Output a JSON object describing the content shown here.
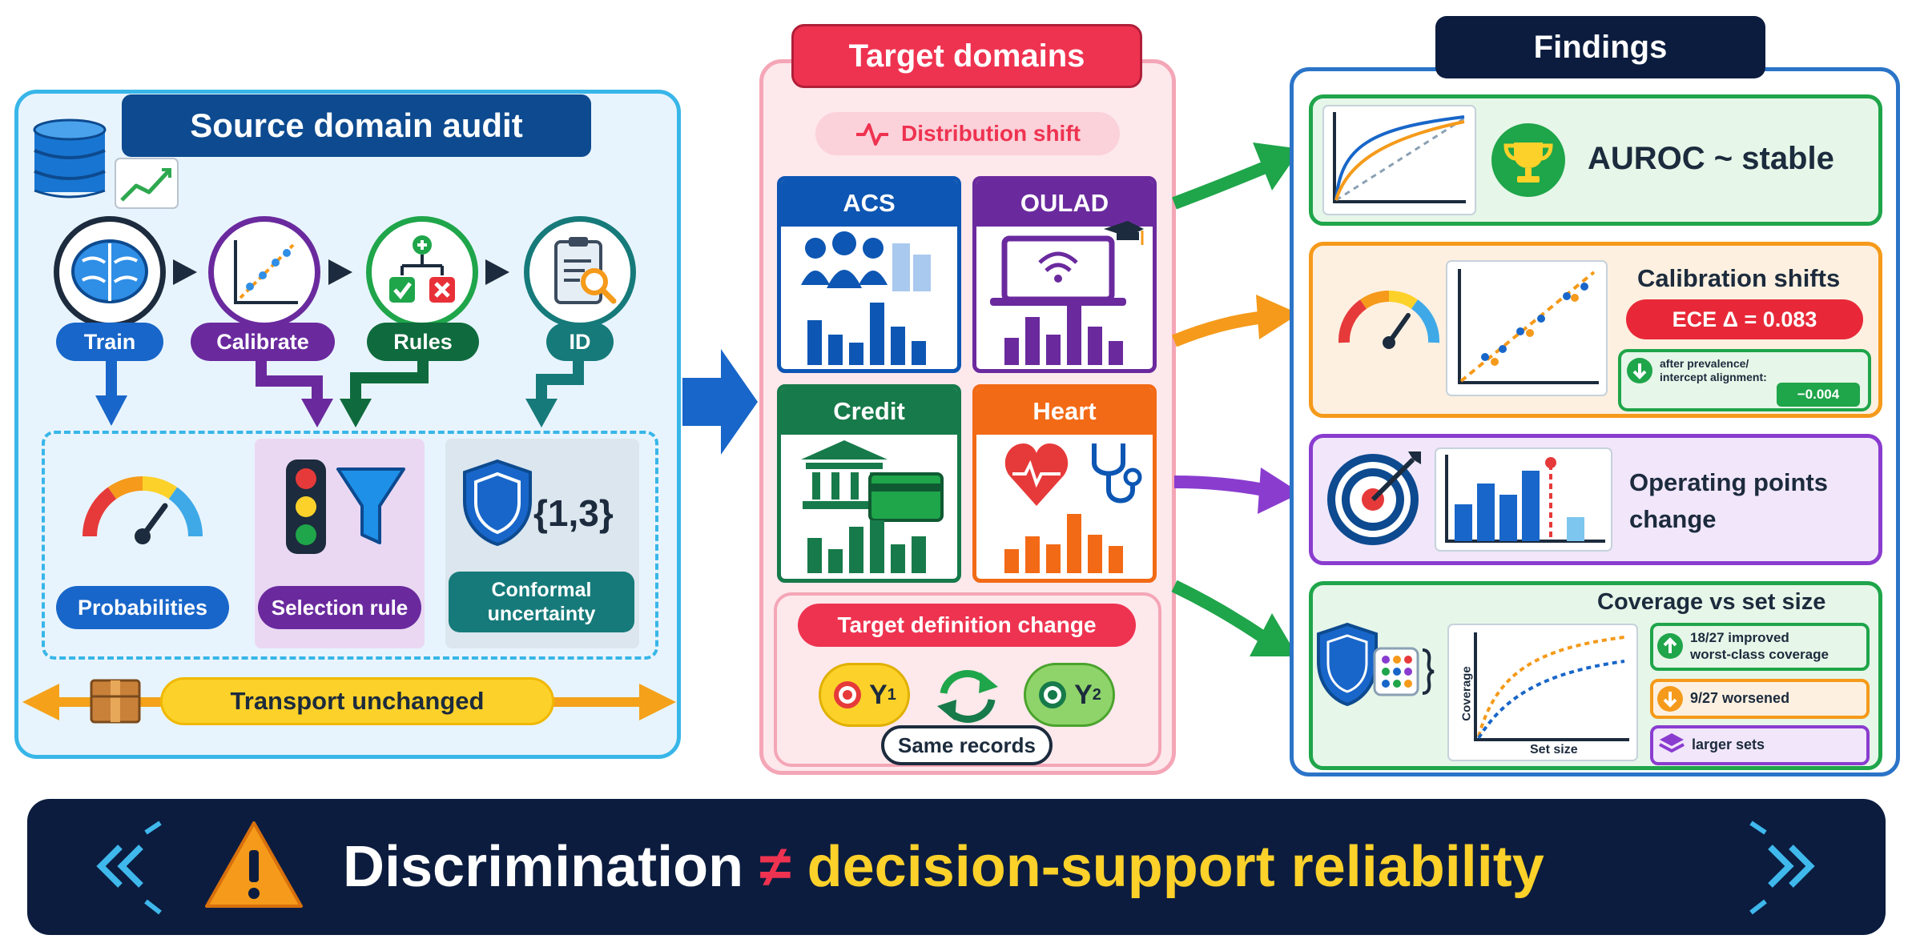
{
  "source": {
    "title": "Source domain audit",
    "steps": [
      "Train",
      "Calibrate",
      "Rules",
      "ID"
    ],
    "outputs": {
      "probabilities": "Probabilities",
      "selection_rule": "Selection rule",
      "conformal_line1": "Conformal",
      "conformal_line2": "uncertainty",
      "set_label": "{1,3}"
    },
    "transport": "Transport unchanged"
  },
  "target": {
    "title": "Target domains",
    "distribution_shift": "Distribution shift",
    "domains": [
      "ACS",
      "OULAD",
      "Credit",
      "Heart"
    ],
    "definition_change": "Target definition change",
    "y1": "Y",
    "y1_sub": "1",
    "y2": "Y",
    "y2_sub": "2",
    "same_records": "Same records"
  },
  "findings": {
    "title": "Findings",
    "auroc": "AUROC ~ stable",
    "calibration": "Calibration shifts",
    "ece": "ECE Δ = 0.083",
    "after_line1": "after prevalence/",
    "after_line2": "intercept alignment:",
    "after_value": "−0.004",
    "operating_line1": "Operating points",
    "operating_line2": "change",
    "coverage_title": "Coverage vs set size",
    "coverage_axis_y": "Coverage",
    "coverage_axis_x": "Set size",
    "improved_line1": "18/27 improved",
    "improved_line2": "worst-class coverage",
    "worsened": "9/27 worsened",
    "larger_sets": "larger sets"
  },
  "banner": {
    "part1": "Discrimination",
    "neq": "≠",
    "part2": "decision-support reliability"
  },
  "colors": {
    "source_bg": "#e8f4fd",
    "source_border": "#38b6e8",
    "source_title": "#0d4a8f",
    "target_bg": "#fde8ec",
    "target_border": "#f4a6b6",
    "target_title": "#ee3350",
    "findings_border": "#2b74c8",
    "banner_bg": "#0b1c3f",
    "acs": "#0d56b3",
    "oulad": "#6a2a9e",
    "credit": "#177a4a",
    "heart": "#f26a16",
    "green": "#1fa54a",
    "orange": "#f59a1a",
    "purple": "#8a3ccf",
    "yellow": "#fcd12a"
  }
}
